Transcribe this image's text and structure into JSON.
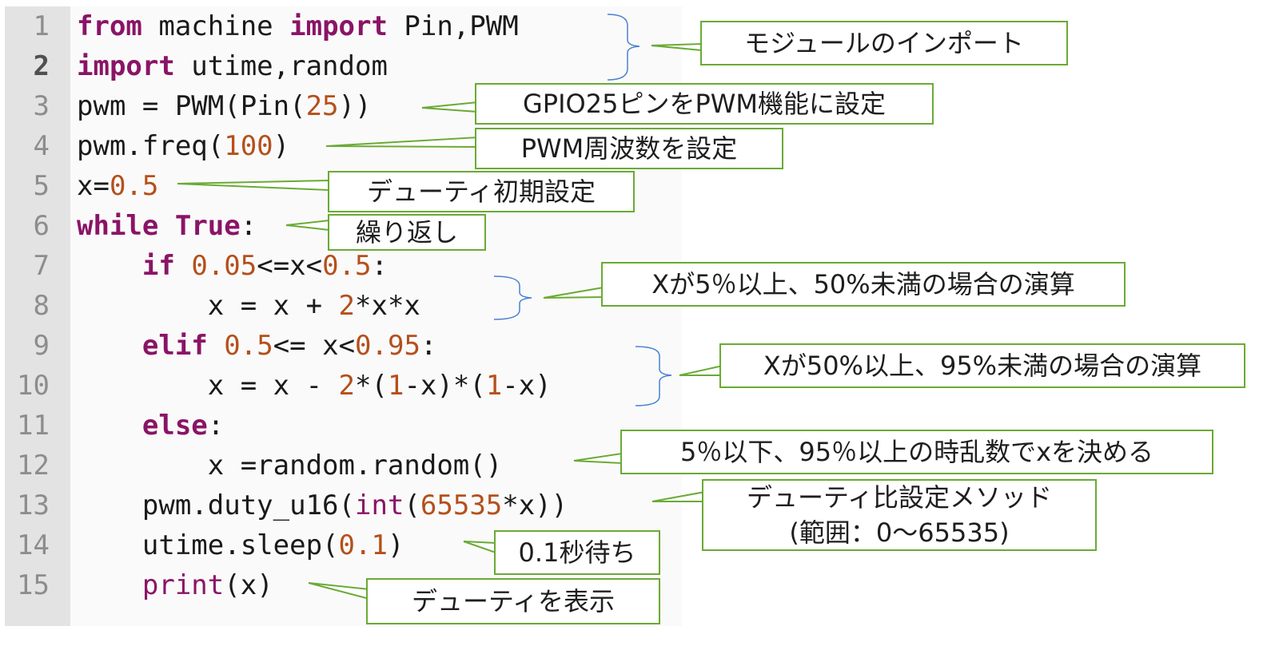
{
  "editor": {
    "line_numbers": [
      "1",
      "2",
      "3",
      "4",
      "5",
      "6",
      "7",
      "8",
      "9",
      "10",
      "11",
      "12",
      "13",
      "14",
      "15"
    ],
    "active_line": "2",
    "lines": [
      [
        {
          "t": "from",
          "c": "kw"
        },
        {
          "t": " machine ",
          "c": "n"
        },
        {
          "t": "import",
          "c": "kw"
        },
        {
          "t": " Pin,PWM",
          "c": "n"
        }
      ],
      [
        {
          "t": "import",
          "c": "kw"
        },
        {
          "t": " utime,random",
          "c": "n"
        }
      ],
      [
        {
          "t": "pwm = PWM(Pin(",
          "c": "n"
        },
        {
          "t": "25",
          "c": "num"
        },
        {
          "t": "))",
          "c": "n"
        }
      ],
      [
        {
          "t": "pwm.freq(",
          "c": "n"
        },
        {
          "t": "100",
          "c": "num"
        },
        {
          "t": ")",
          "c": "n"
        }
      ],
      [
        {
          "t": "x=",
          "c": "n"
        },
        {
          "t": "0.5",
          "c": "num"
        }
      ],
      [
        {
          "t": "while",
          "c": "kw"
        },
        {
          "t": " ",
          "c": "n"
        },
        {
          "t": "True",
          "c": "kw"
        },
        {
          "t": ":",
          "c": "n"
        }
      ],
      [
        {
          "t": "    ",
          "c": "n"
        },
        {
          "t": "if",
          "c": "kw"
        },
        {
          "t": " ",
          "c": "n"
        },
        {
          "t": "0.05",
          "c": "num"
        },
        {
          "t": "<=x<",
          "c": "n"
        },
        {
          "t": "0.5",
          "c": "num"
        },
        {
          "t": ":",
          "c": "n"
        }
      ],
      [
        {
          "t": "        x = x + ",
          "c": "n"
        },
        {
          "t": "2",
          "c": "num"
        },
        {
          "t": "*x*x",
          "c": "n"
        }
      ],
      [
        {
          "t": "    ",
          "c": "n"
        },
        {
          "t": "elif",
          "c": "kw"
        },
        {
          "t": " ",
          "c": "n"
        },
        {
          "t": "0.5",
          "c": "num"
        },
        {
          "t": "<= x<",
          "c": "n"
        },
        {
          "t": "0.95",
          "c": "num"
        },
        {
          "t": ":",
          "c": "n"
        }
      ],
      [
        {
          "t": "        x = x - ",
          "c": "n"
        },
        {
          "t": "2",
          "c": "num"
        },
        {
          "t": "*(",
          "c": "n"
        },
        {
          "t": "1",
          "c": "num"
        },
        {
          "t": "-x)*(",
          "c": "n"
        },
        {
          "t": "1",
          "c": "num"
        },
        {
          "t": "-x)",
          "c": "n"
        }
      ],
      [
        {
          "t": "    ",
          "c": "n"
        },
        {
          "t": "else",
          "c": "kw"
        },
        {
          "t": ":",
          "c": "n"
        }
      ],
      [
        {
          "t": "        x =random.random()",
          "c": "n"
        }
      ],
      [
        {
          "t": "    pwm.duty_u16(",
          "c": "n"
        },
        {
          "t": "int",
          "c": "bi"
        },
        {
          "t": "(",
          "c": "n"
        },
        {
          "t": "65535",
          "c": "num"
        },
        {
          "t": "*x))",
          "c": "n"
        }
      ],
      [
        {
          "t": "    utime.sleep(",
          "c": "n"
        },
        {
          "t": "0.1",
          "c": "num"
        },
        {
          "t": ")",
          "c": "n"
        }
      ],
      [
        {
          "t": "    ",
          "c": "n"
        },
        {
          "t": "print",
          "c": "bi"
        },
        {
          "t": "(x)",
          "c": "n"
        }
      ]
    ]
  },
  "annotations": {
    "module_import": "モジュールのインポート",
    "gpio_pwm": "GPIO25ピンをPWM機能に設定",
    "pwm_freq": "PWM周波数を設定",
    "duty_init": "デューティ初期設定",
    "loop": "繰り返し",
    "case_5_50": "Xが5％以上、50%未満の場合の演算",
    "case_50_95": "Xが50%以上、95%未満の場合の演算",
    "random_case": "5％以下、95％以上の時乱数でxを決める",
    "duty_method_line1": "デューティ比設定メソッド",
    "duty_method_line2": "(範囲：0～65535)",
    "sleep": "0.1秒待ち",
    "print_duty": "デューティを表示"
  },
  "colors": {
    "keyword": "#8a1466",
    "number": "#b4501c",
    "annotation_border": "#6aaa35",
    "brace": "#4a7fd4",
    "gutter": "#e3e3e3"
  }
}
